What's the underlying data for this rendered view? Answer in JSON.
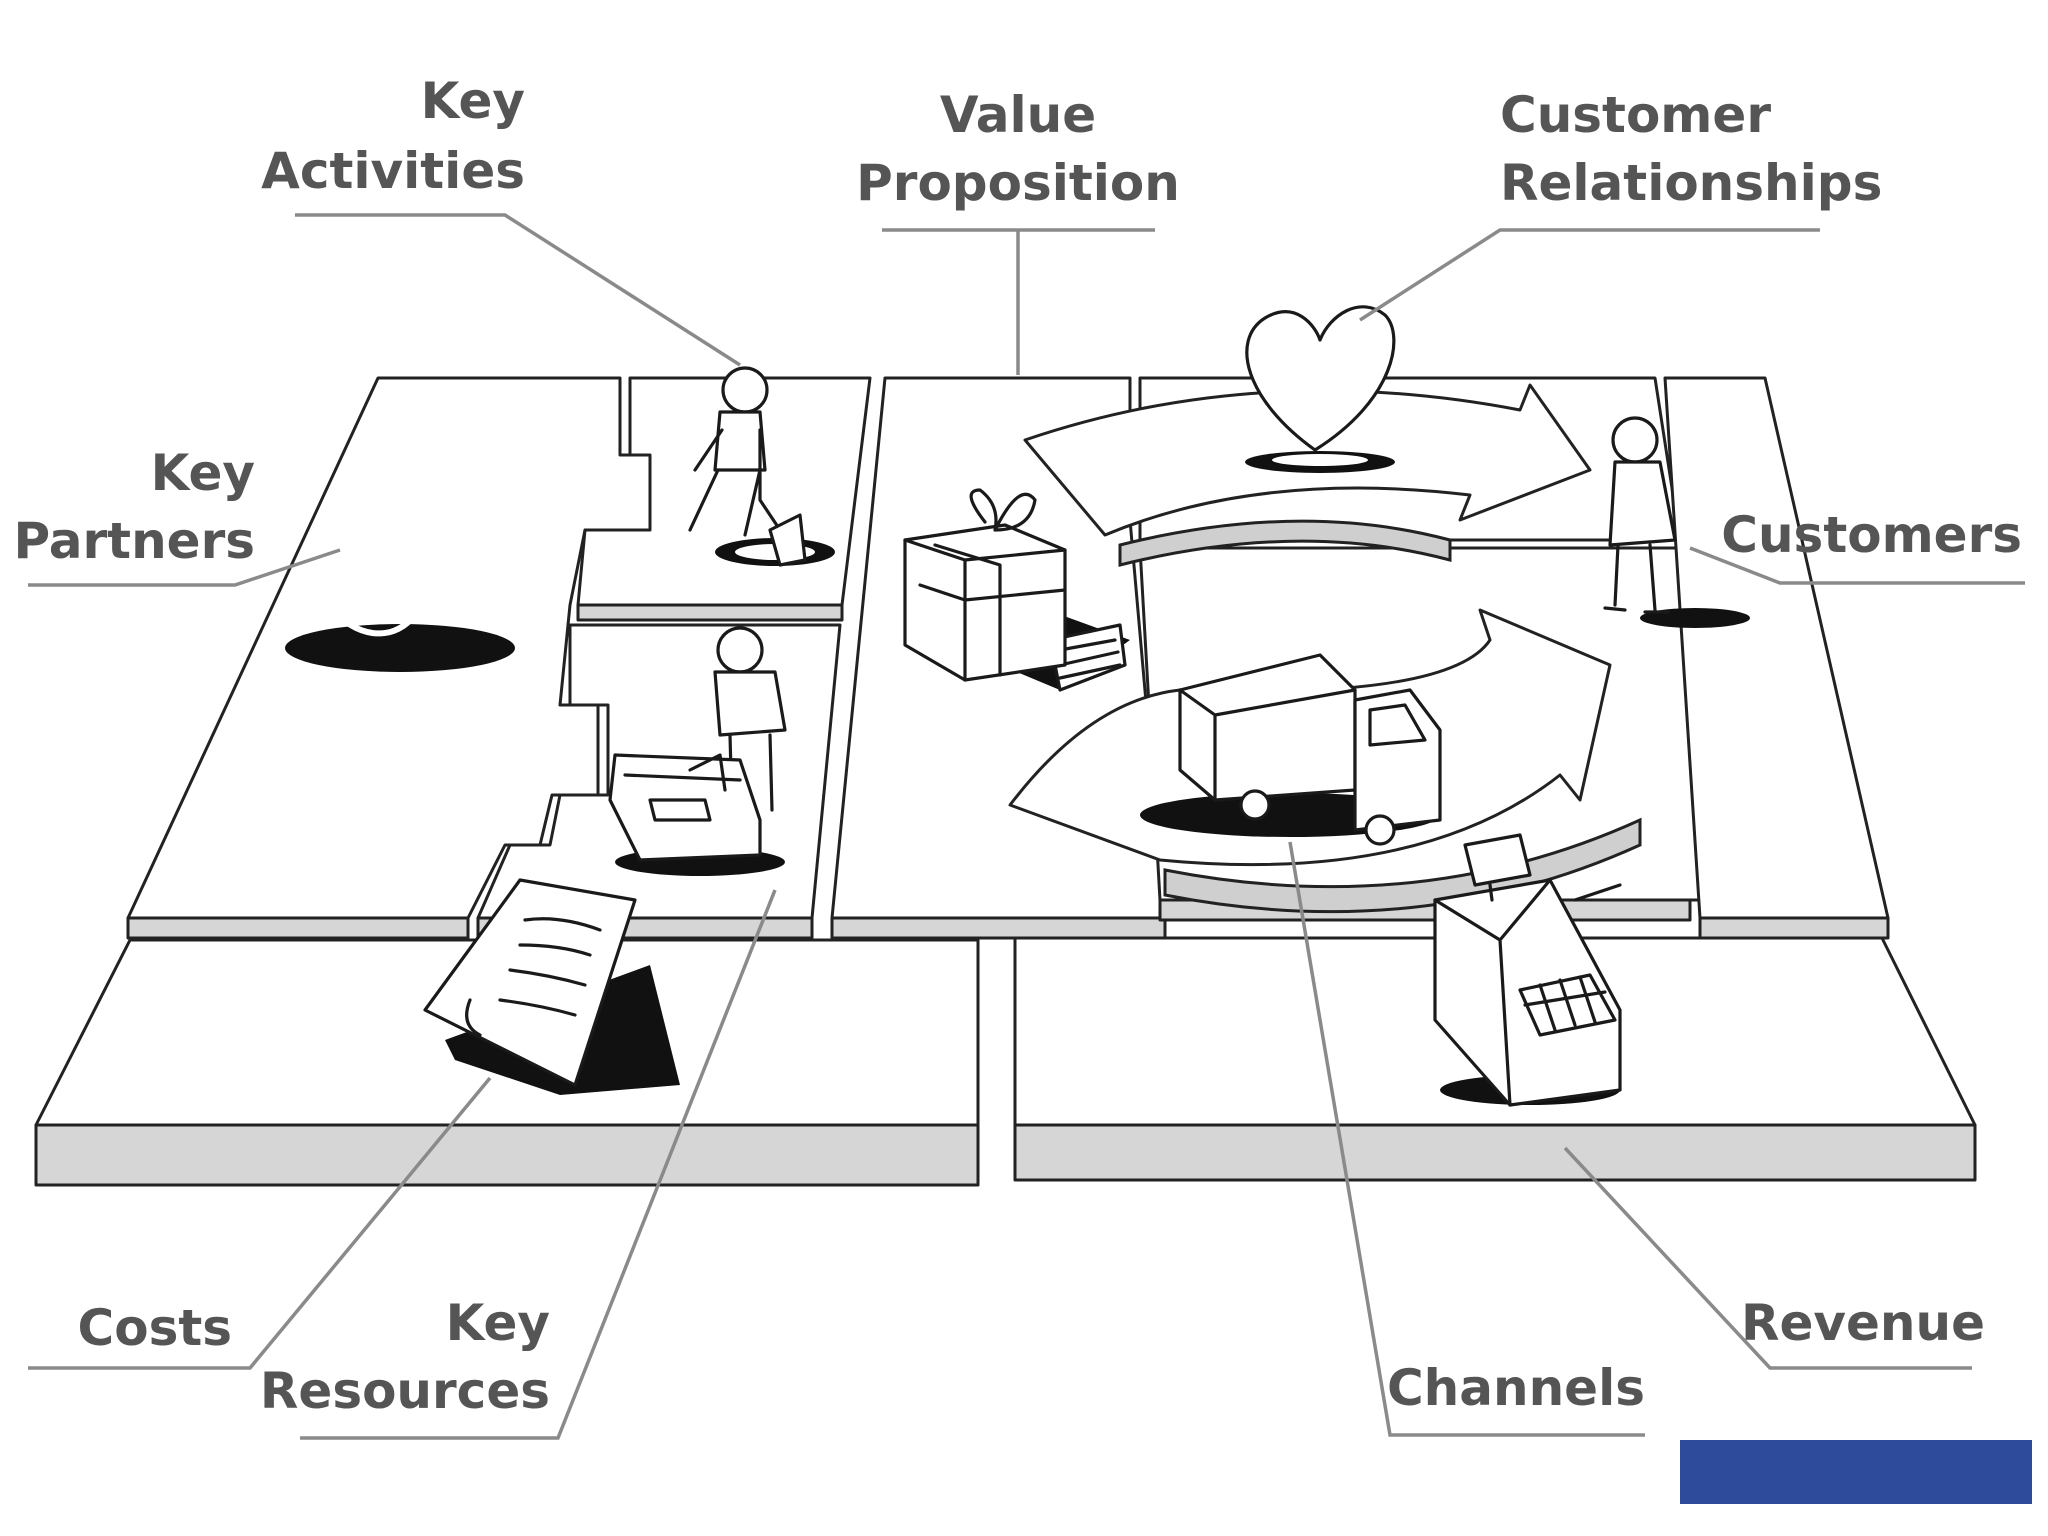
{
  "labels": {
    "key_activities": [
      "Key",
      "Activities"
    ],
    "value_proposition": [
      "Value",
      "Proposition"
    ],
    "customer_relationships": [
      "Customer",
      "Relationships"
    ],
    "key_partners": [
      "Key",
      "Partners"
    ],
    "customers": "Customers",
    "costs": "Costs",
    "key_resources": [
      "Key",
      "Resources"
    ],
    "channels": "Channels",
    "revenue": "Revenue"
  },
  "icons": {
    "key_partners": "interlocked-rings-icon",
    "key_activities": "person-digging-icon",
    "key_resources": "person-with-machine-icon",
    "value_proposition": "gift-box-icon",
    "customer_relationships": "heart-icon",
    "channels": "delivery-truck-icon",
    "customers": "standing-person-icon",
    "costs": "invoice-document-icon",
    "revenue": "cash-register-icon"
  },
  "colors": {
    "label_text": "#555555",
    "leader_line": "#8a8a8a",
    "corner_block": "#2e4a9a"
  }
}
